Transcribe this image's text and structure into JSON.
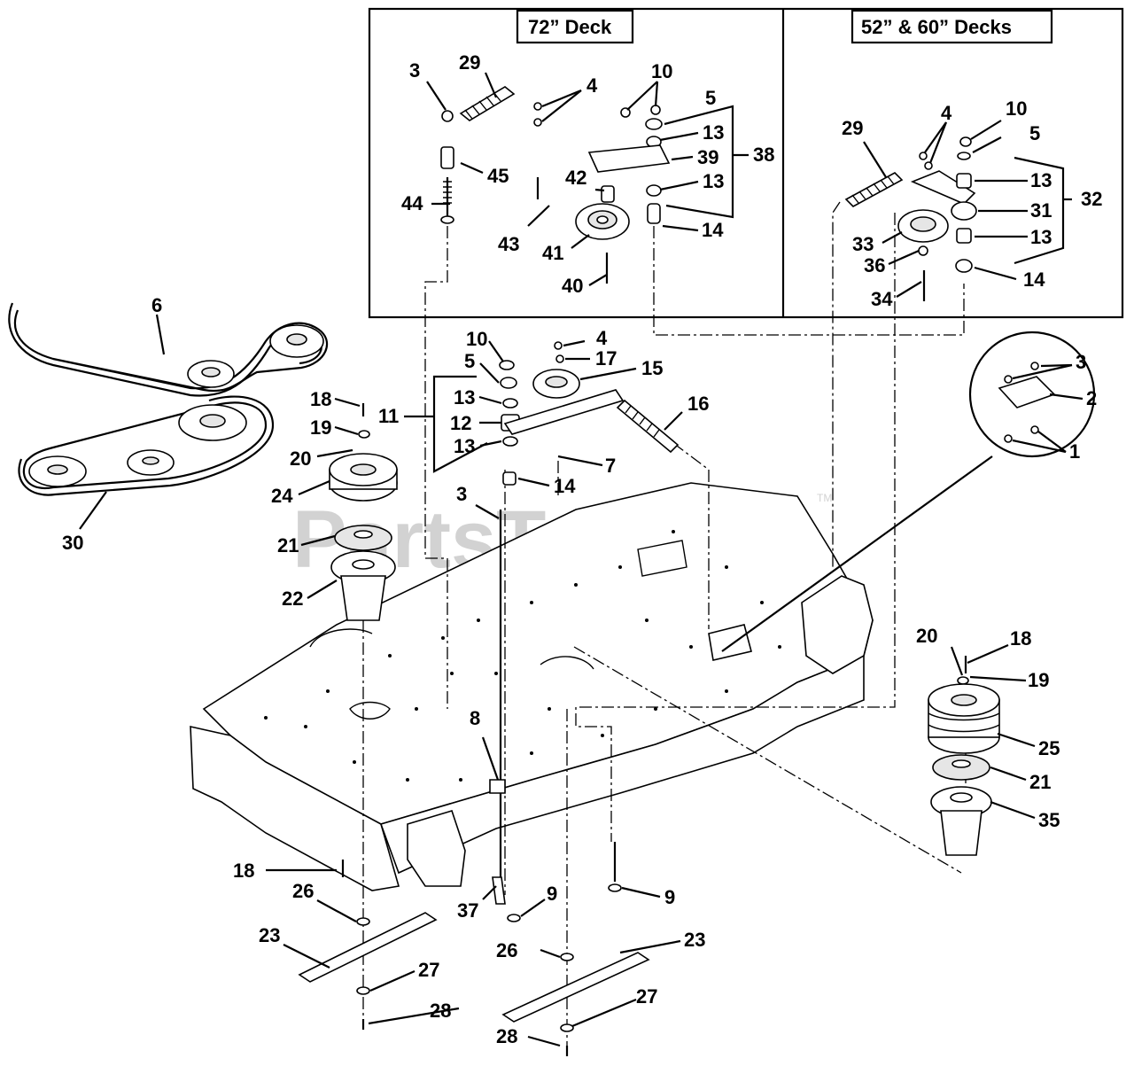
{
  "watermark": {
    "text": "PartsTree",
    "tm": "TM"
  },
  "boxes": {
    "deck72": {
      "title": "72” Deck"
    },
    "deck52_60": {
      "title": "52” & 60” Decks"
    }
  },
  "callouts": {
    "c1": "1",
    "c2": "2",
    "c3_detail": "3",
    "c3_72": "3",
    "c29_72": "29",
    "c4_72": "4",
    "c10_72": "10",
    "c5_72": "5",
    "c13a_72": "13",
    "c38": "38",
    "c39": "39",
    "c13b_72": "13",
    "c42": "42",
    "c45": "45",
    "c44": "44",
    "c43": "43",
    "c41": "41",
    "c14_72": "14",
    "c40": "40",
    "c29_52": "29",
    "c4_52": "4",
    "c10_52": "10",
    "c5_52": "5",
    "c13a_52": "13",
    "c32": "32",
    "c31": "31",
    "c13b_52": "13",
    "c33": "33",
    "c36": "36",
    "c14_52": "14",
    "c34": "34",
    "c6": "6",
    "c30": "30",
    "c18a": "18",
    "c19a": "19",
    "c20a": "20",
    "c24": "24",
    "c21a": "21",
    "c22": "22",
    "c10_m": "10",
    "c5_m": "5",
    "c13a_m": "13",
    "c12": "12",
    "c13b_m": "13",
    "c11": "11",
    "c4_m": "4",
    "c17": "17",
    "c15": "15",
    "c16": "16",
    "c7": "7",
    "c14_m": "14",
    "c3_m": "3",
    "c20b": "20",
    "c18b": "18",
    "c19b": "19",
    "c25": "25",
    "c21b": "21",
    "c35": "35",
    "c8": "8",
    "c18c": "18",
    "c26a": "26",
    "c23a": "23",
    "c27a": "27",
    "c28a": "28",
    "c37": "37",
    "c9a": "9",
    "c9b": "9",
    "c26b": "26",
    "c23b": "23",
    "c27b": "27",
    "c28b": "28"
  }
}
